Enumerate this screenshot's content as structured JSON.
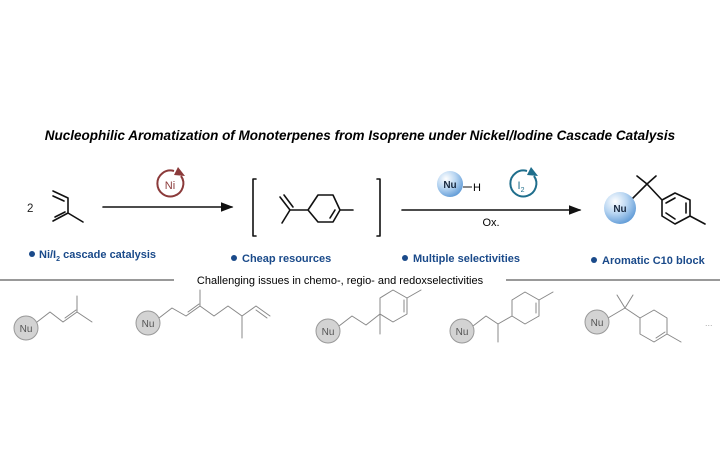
{
  "title": "Nucleophilic Aromatization of Monoterpenes from Isoprene under Nickel/Iodine Cascade Catalysis",
  "scheme": {
    "coefficient": "2",
    "catalyst1": "Ni",
    "catalyst2_base": "I",
    "catalyst2_sub": "2",
    "nucleophile": "Nu",
    "hydrogen": "H",
    "oxidant": "Ox.",
    "product_nu": "Nu"
  },
  "features": [
    {
      "pre": "Ni/I",
      "sub": "2",
      "post": " cascade catalysis"
    },
    {
      "text": "Cheap resources"
    },
    {
      "text": "Multiple selectivities"
    },
    {
      "text": "Aromatic C10 block"
    }
  ],
  "challenge_caption": "Challenging issues in chemo-, regio- and redoxselectivities",
  "side_products": [
    "Nu",
    "Nu",
    "Nu",
    "Nu",
    "Nu"
  ],
  "ellipsis": "...",
  "colors": {
    "ni": "#8b3a3a",
    "iodine": "#1f6e8c",
    "bullet": "#1a4a8a",
    "gray": "#d3d3d3"
  }
}
